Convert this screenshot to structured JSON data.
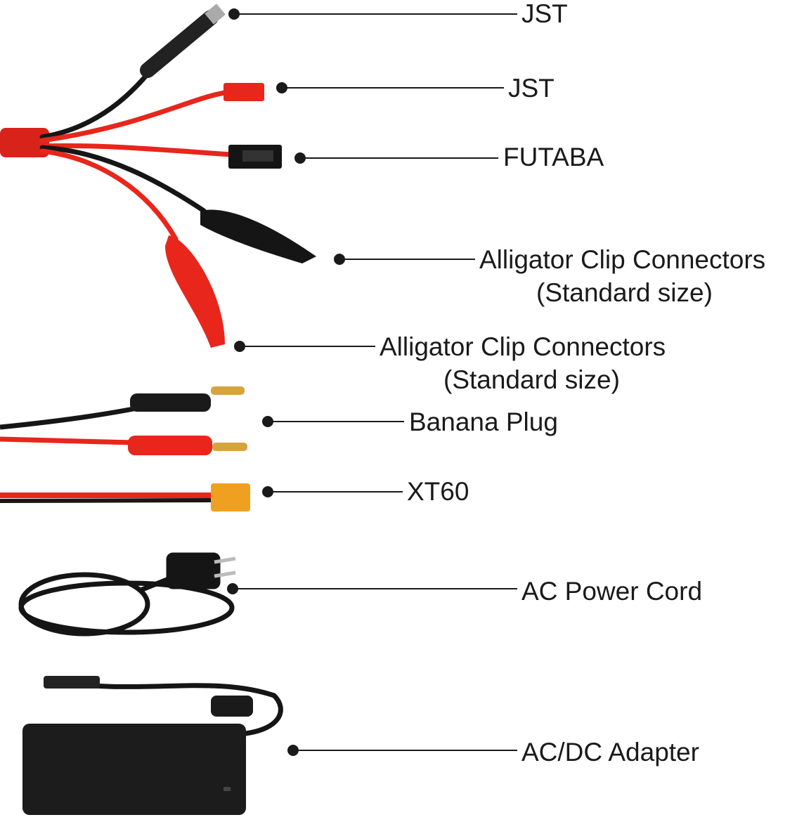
{
  "callouts": [
    {
      "label": "JST"
    },
    {
      "label": "JST"
    },
    {
      "label": "FUTABA"
    },
    {
      "label": "Alligator Clip Connectors",
      "sublabel": "(Standard size)"
    },
    {
      "label": "Alligator Clip Connectors",
      "sublabel": "(Standard size)"
    },
    {
      "label": "Banana Plug"
    },
    {
      "label": "XT60"
    },
    {
      "label": "AC Power Cord"
    },
    {
      "label": "AC/DC Adapter"
    }
  ],
  "colors": {
    "red_wire": "#e8261c",
    "black_wire": "#161616",
    "xt60": "#f0a020",
    "text": "#1a1a1a"
  }
}
